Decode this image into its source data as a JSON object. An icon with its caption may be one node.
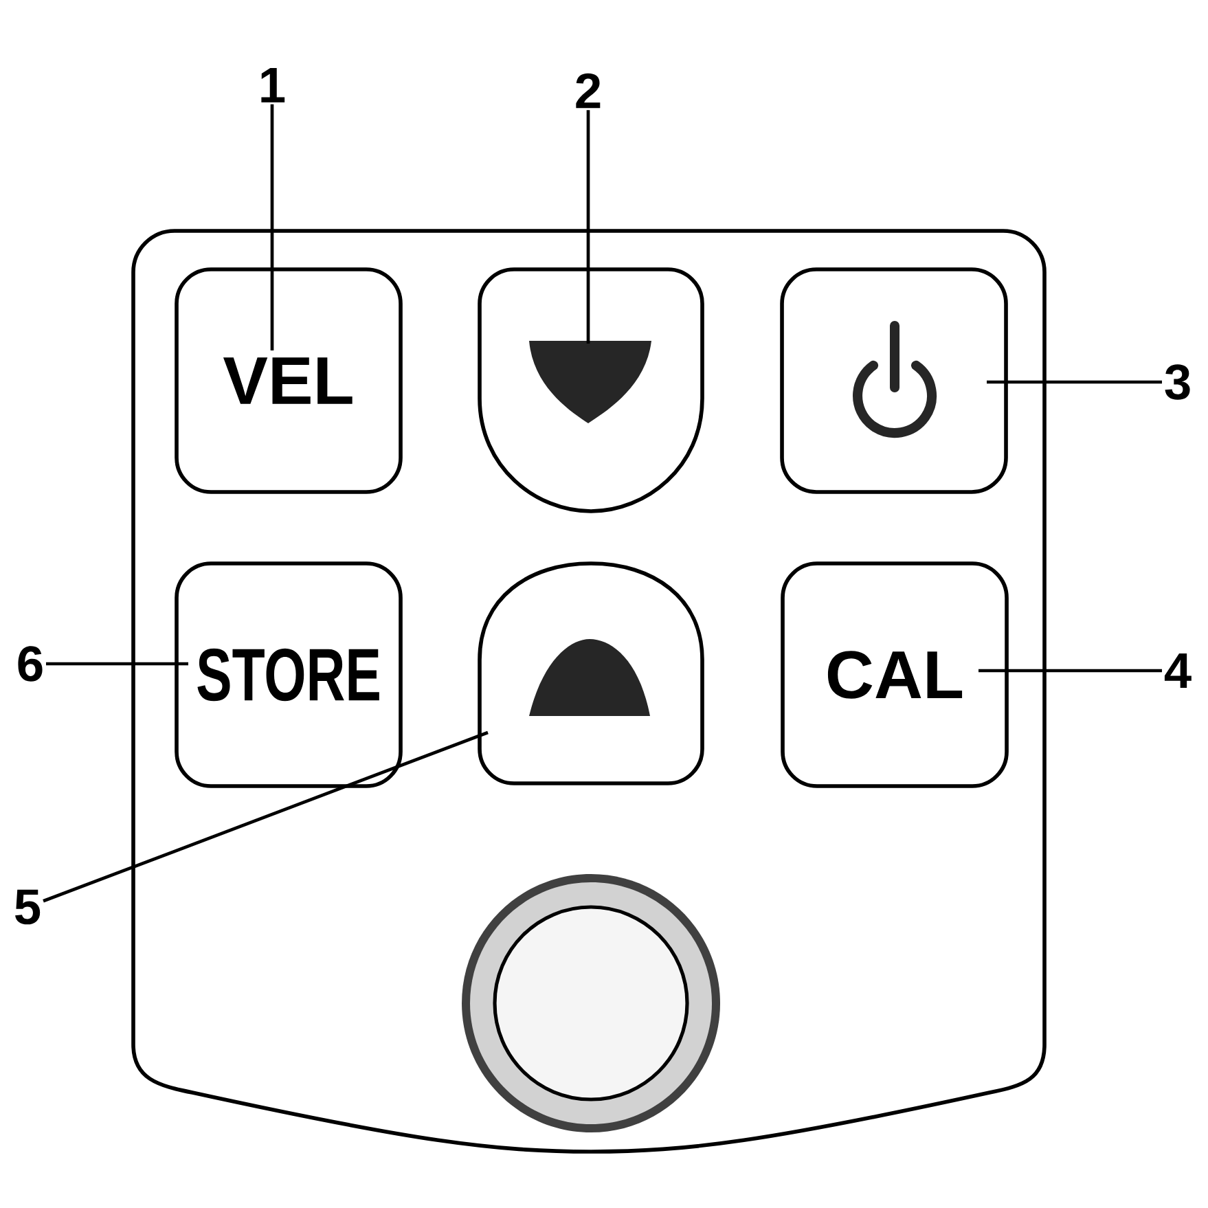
{
  "diagram": {
    "nodes": [
      {
        "text": [],
        "shape": "box"
      },
      {
        "text": [
          "VEL"
        ],
        "in": 0
      },
      {
        "text": [],
        "shape": "box",
        "in": 0
      },
      {
        "text": [],
        "shape": "box",
        "in": 0
      },
      {
        "text": [
          "STORE"
        ],
        "in": 0
      },
      {
        "text": [],
        "shape": "box",
        "in": 0
      },
      {
        "text": [
          "CAL"
        ],
        "in": 0
      },
      {
        "text": [],
        "shape": "circle",
        "in": 0
      },
      {
        "text": [
          "1"
        ]
      },
      {
        "text": [
          "2"
        ]
      },
      {
        "text": [
          "3"
        ]
      },
      {
        "text": [
          "4"
        ]
      },
      {
        "text": [
          "5"
        ]
      },
      {
        "text": [
          "6"
        ]
      }
    ],
    "edges": [
      {
        "from": 8,
        "to": 1,
        "arrow": "none"
      },
      {
        "from": 9,
        "to": 2,
        "arrow": "none"
      },
      {
        "from": 10,
        "to": 3,
        "arrow": "none"
      },
      {
        "from": 11,
        "to": 6,
        "arrow": "none"
      },
      {
        "from": 12,
        "to": 5,
        "arrow": "none"
      },
      {
        "from": 13,
        "to": 4,
        "arrow": "none"
      }
    ]
  }
}
